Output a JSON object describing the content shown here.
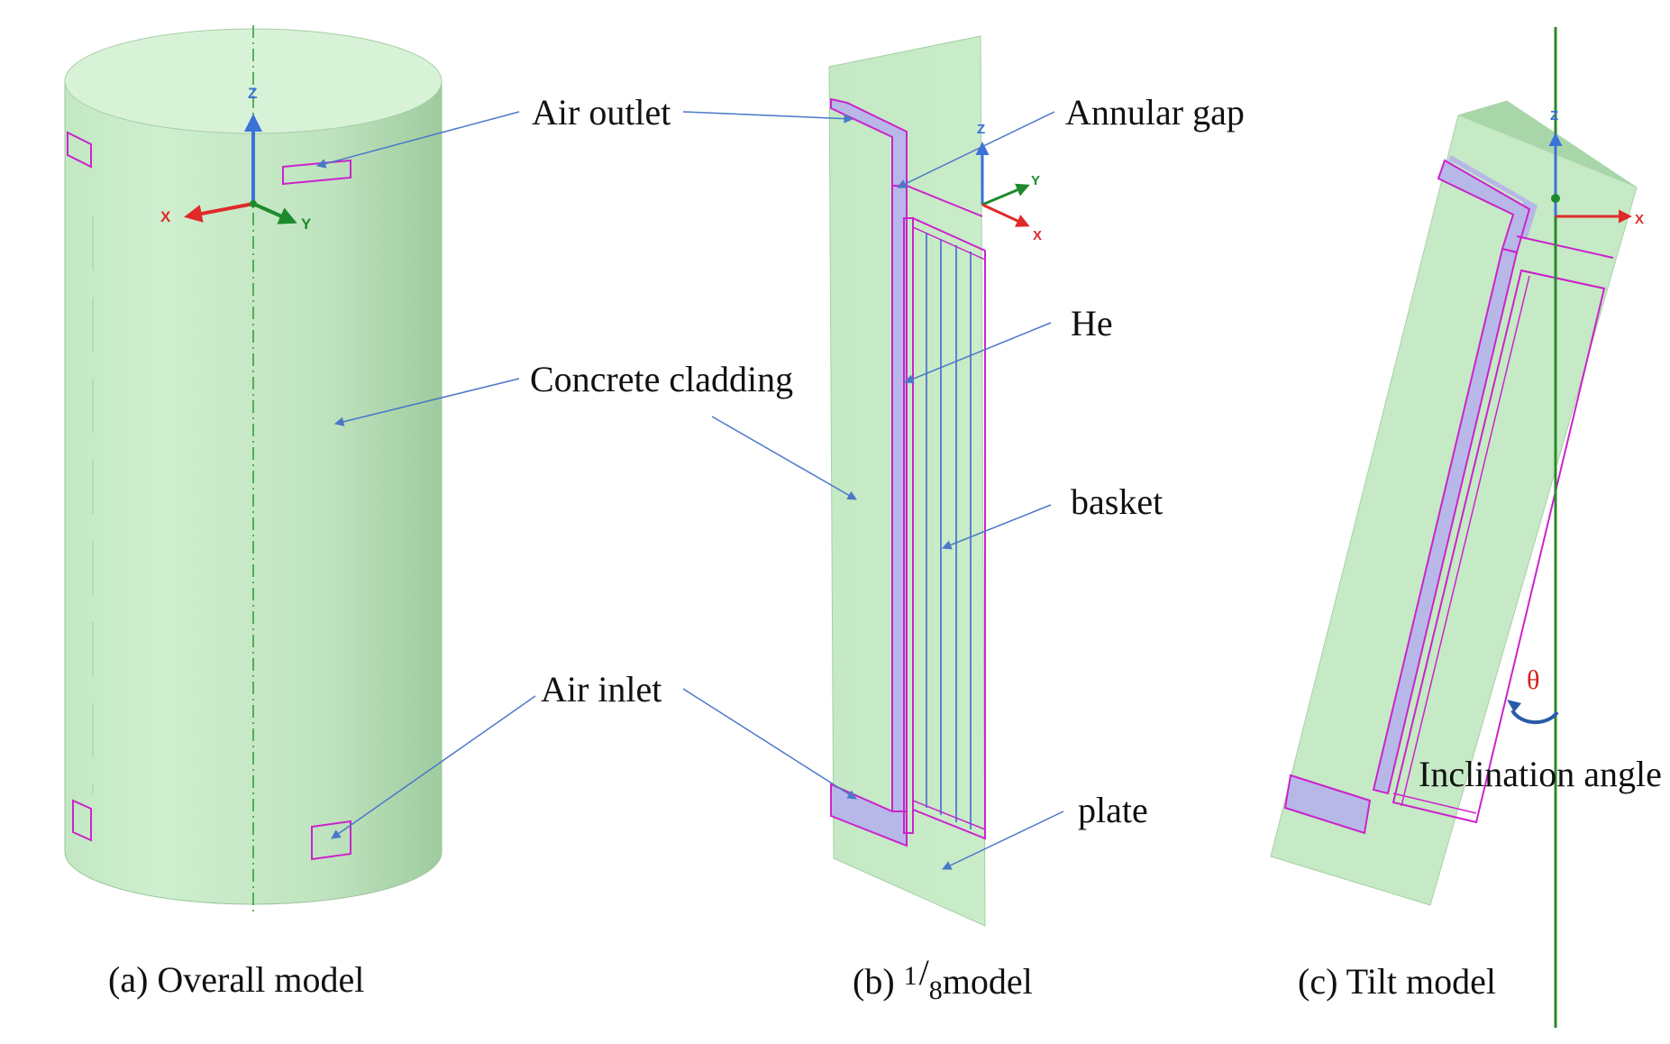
{
  "colors": {
    "body_fill": "#c6ebc6",
    "top_fill": "#d9f3d9",
    "side_shadow": "#a8d2a8",
    "outline_magenta": "#cc22cc",
    "gap_fill": "#b8b8e8",
    "leader_blue": "#4a78c8",
    "axis_z": "#3a72d8",
    "axis_x": "#e02a2a",
    "axis_y": "#1e8a2e",
    "vertical_axis_line": "#2a8a2a",
    "theta_red": "#d42020"
  },
  "axes": {
    "x": "X",
    "y": "Y",
    "z": "Z"
  },
  "labels": {
    "air_outlet": "Air outlet",
    "concrete_cladding": "Concrete cladding",
    "air_inlet": "Air inlet",
    "annular_gap": "Annular gap",
    "he": "He",
    "basket": "basket",
    "plate": "plate",
    "theta": "θ",
    "inclination_angle": "Inclination angle"
  },
  "captions": {
    "a": "(a) Overall model",
    "b_prefix": "(b)",
    "b_num": "1",
    "b_den": "8",
    "b_suffix": "model",
    "c": "(c) Tilt model"
  },
  "icons": {
    "rotation_arrow": "curved-arrow-icon",
    "axis_triad": "xyz-axis-triad-icon"
  }
}
